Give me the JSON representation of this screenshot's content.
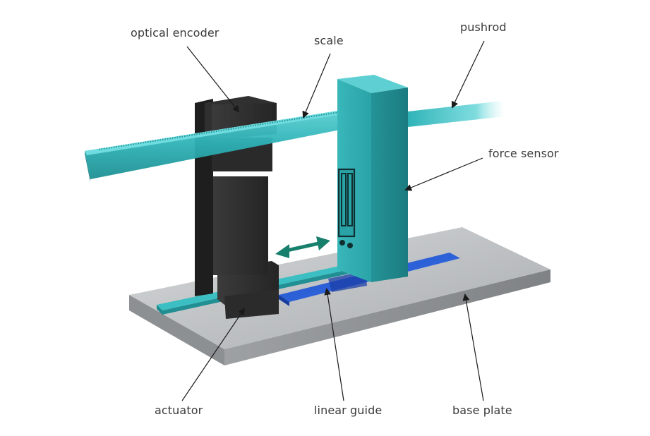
{
  "labels": {
    "optical_encoder": "optical encoder",
    "scale": "scale",
    "pushrod": "pushrod",
    "force_sensor": "force sensor",
    "actuator": "actuator",
    "linear_guide": "linear guide",
    "base_plate": "base plate"
  },
  "colors": {
    "teal": "#2fb3b7",
    "teal_dark": "#1d8f93",
    "teal_light": "#5fd3d6",
    "dark_block": "#2f2f30",
    "base_plate": "#b9bcbe",
    "guide_rail_blue": "#2c5fd6",
    "arrow_green": "#17806d",
    "leader_line": "#1a1a1a"
  }
}
